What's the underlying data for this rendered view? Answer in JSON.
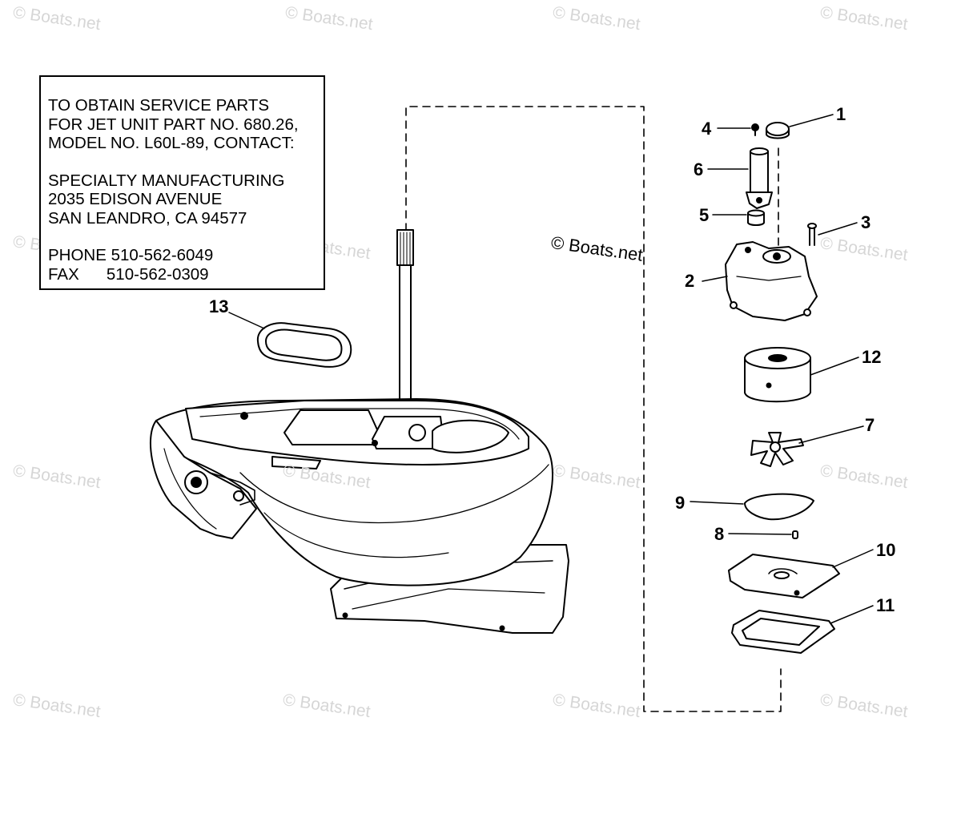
{
  "info_box": {
    "lines": [
      "TO OBTAIN SERVICE PARTS",
      "FOR JET UNIT PART NO. 680.26,",
      "MODEL NO. L60L-89, CONTACT:",
      "",
      "SPECIALTY MANUFACTURING",
      "2035 EDISON AVENUE",
      "SAN LEANDRO, CA 94577",
      "",
      "PHONE 510-562-6049",
      "FAX      510-562-0309"
    ]
  },
  "callouts": {
    "c1": "1",
    "c2": "2",
    "c3": "3",
    "c4": "4",
    "c5": "5",
    "c6": "6",
    "c7": "7",
    "c8": "8",
    "c9": "9",
    "c10": "10",
    "c11": "11",
    "c12": "12",
    "c13": "13"
  },
  "copyright_center": "© Boats.net",
  "watermark_text": "© Boats.net",
  "colors": {
    "ink": "#000000",
    "watermark": "#d6d6d6",
    "background": "#ffffff"
  }
}
